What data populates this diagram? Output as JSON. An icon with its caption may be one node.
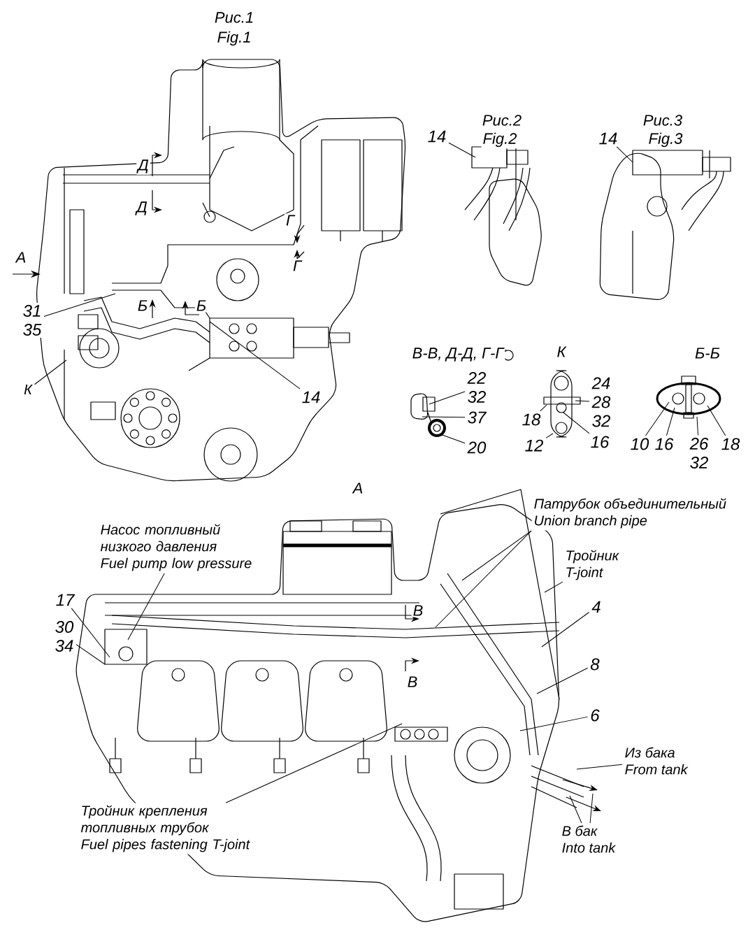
{
  "diagram": {
    "nodes": [
      {
        "text": [
          "31",
          "35"
        ]
      },
      {
        "text": [
          "К"
        ]
      },
      {
        "text": [
          "14"
        ]
      },
      {
        "text": [
          "14"
        ]
      },
      {
        "text": [
          "14"
        ]
      },
      {
        "text": [
          "22",
          "32"
        ]
      },
      {
        "text": [
          "37"
        ]
      },
      {
        "text": [
          "20"
        ]
      },
      {
        "text": [
          "24",
          "28",
          "32"
        ]
      },
      {
        "text": [
          "18"
        ]
      },
      {
        "text": [
          "12"
        ]
      },
      {
        "text": [
          "16"
        ]
      },
      {
        "text": [
          "10"
        ]
      },
      {
        "text": [
          "16"
        ]
      },
      {
        "text": [
          "26",
          "32"
        ]
      },
      {
        "text": [
          "18"
        ]
      },
      {
        "text": [
          "Насос топливный низкого давления",
          "Fuel pump low pressure"
        ]
      },
      {
        "text": [
          "17"
        ]
      },
      {
        "text": [
          "30",
          "34"
        ]
      },
      {
        "text": [
          "Патрубок объединительный",
          "Union branch pipe"
        ]
      },
      {
        "text": [
          "Тройник",
          "T-joint"
        ]
      },
      {
        "text": [
          "4"
        ]
      },
      {
        "text": [
          "8"
        ]
      },
      {
        "text": [
          "6"
        ]
      },
      {
        "text": [
          "Из бака",
          "From tank"
        ]
      },
      {
        "text": [
          "В бак",
          "Into tank"
        ]
      },
      {
        "text": [
          "Тройник крепления топливных трубок",
          "Fuel pipes fastening T-joint"
        ]
      },
      {
        "text": [],
        "shape": "picture"
      },
      {
        "text": [],
        "shape": "picture"
      },
      {
        "text": [],
        "shape": "picture"
      }
    ],
    "edges": [
      {
        "from": 0,
        "to": null,
        "arrow": "none"
      },
      {
        "from": 1,
        "to": null,
        "arrow": "none"
      },
      {
        "from": 2,
        "to": null,
        "arrow": "none"
      },
      {
        "from": 3,
        "to": null,
        "arrow": "none"
      },
      {
        "from": 4,
        "to": null,
        "arrow": "none"
      },
      {
        "from": 5,
        "to": 27,
        "arrow": "none"
      },
      {
        "from": 6,
        "to": 27,
        "arrow": "none"
      },
      {
        "from": 7,
        "to": 27,
        "arrow": "none"
      },
      {
        "from": 8,
        "to": 28,
        "arrow": "none"
      },
      {
        "from": 9,
        "to": 28,
        "arrow": "none"
      },
      {
        "from": 10,
        "to": 28,
        "arrow": "none"
      },
      {
        "from": 11,
        "to": 28,
        "arrow": "none"
      },
      {
        "from": 12,
        "to": 29,
        "arrow": "none"
      },
      {
        "from": 13,
        "to": 29,
        "arrow": "none"
      },
      {
        "from": 14,
        "to": 29,
        "arrow": "none"
      },
      {
        "from": 15,
        "to": 29,
        "arrow": "none"
      },
      {
        "from": 16,
        "to": null,
        "arrow": "none"
      },
      {
        "from": 17,
        "to": null,
        "arrow": "none"
      },
      {
        "from": 18,
        "to": null,
        "arrow": "none"
      },
      {
        "from": 19,
        "to": null,
        "arrow": "none"
      },
      {
        "from": 19,
        "to": null,
        "arrow": "none"
      },
      {
        "from": 20,
        "to": null,
        "arrow": "none"
      },
      {
        "from": 21,
        "to": null,
        "arrow": "none"
      },
      {
        "from": 22,
        "to": null,
        "arrow": "none"
      },
      {
        "from": 23,
        "to": null,
        "arrow": "none"
      },
      {
        "from": 24,
        "to": null,
        "arrow": "none"
      },
      {
        "from": 25,
        "to": null,
        "arrow": "none"
      },
      {
        "from": 25,
        "to": null,
        "arrow": "none"
      },
      {
        "from": 26,
        "to": null,
        "arrow": "none"
      }
    ],
    "labels": [
      "Рис.1",
      "Fig.1",
      "Рис.2",
      "Fig.2",
      "Рис.3",
      "Fig.3",
      "Д",
      "Д",
      "Г",
      "А",
      "Г",
      "Б",
      "Б",
      "В-В, Д-Д, Г-Г",
      "К",
      "Б-Б",
      "А",
      "В",
      "В"
    ]
  }
}
